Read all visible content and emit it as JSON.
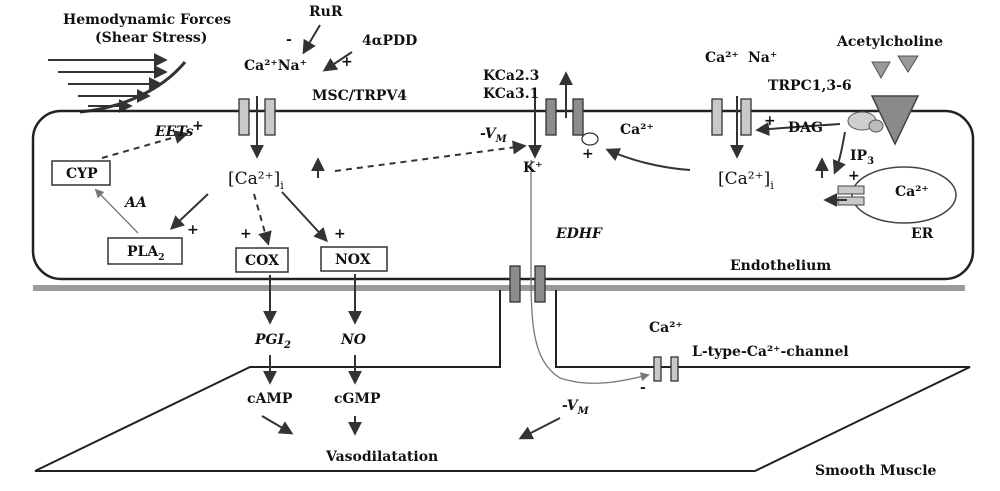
{
  "labels": {
    "hemodynamic_title": "Hemodynamic Forces",
    "shear_stress": "(Shear Stress)",
    "rur": "RuR",
    "minus_rur": "-",
    "four_apdd": "4αPDD",
    "plus_apdd": "+",
    "ca_na_left": "Ca²⁺Na⁺",
    "msc_trpv4": "MSC/TRPV4",
    "kca23": "KCa2.3",
    "kca31": "KCa3.1",
    "ca_top_right": "Ca²⁺",
    "na_top_right": "Na⁺",
    "acetylcholine": "Acetylcholine",
    "trpc": "TRPC1,3-6",
    "eets": "EETs",
    "eets_plus": "+",
    "vm_top": "-V",
    "vm_sub": "M",
    "ca_near_k": "Ca²⁺",
    "k_plus": "K⁺",
    "plus_near_k": "+",
    "dag": "DAG",
    "plus_dag": "+",
    "ip3": "IP",
    "ip3_sub": "3",
    "plus_ip3": "+",
    "cyp": "CYP",
    "ca_i_left": "[Ca²⁺]",
    "ca_i_left_sub": "i",
    "ca_i_right": "[Ca²⁺]",
    "ca_i_right_sub": "i",
    "er_ca": "Ca²⁺",
    "er": "ER",
    "aa": "AA",
    "pla2": "PLA",
    "pla2_sub": "2",
    "plus_pla2": "+",
    "edhf": "EDHF",
    "plus_cox": "+",
    "plus_nox": "+",
    "cox": "COX",
    "nox": "NOX",
    "endothelium": "Endothelium",
    "pgi2": "PGI",
    "pgi2_sub": "2",
    "no": "NO",
    "ca_ltype": "Ca²⁺",
    "ltype_channel": "L-type-Ca²⁺-channel",
    "minus_ltype": "-",
    "camp": "cAMP",
    "cgmp": "cGMP",
    "vm_bottom": "-V",
    "vm_bottom_sub": "M",
    "vasodilatation": "Vasodilatation",
    "smooth_muscle": "Smooth Muscle"
  },
  "colors": {
    "ink": "#111111",
    "membrane": "#333333",
    "basement": "#9a9a9a",
    "channel_light": "#c9c9c9",
    "channel_dark": "#8c8c8c",
    "receptor": "#8a8a8a"
  }
}
